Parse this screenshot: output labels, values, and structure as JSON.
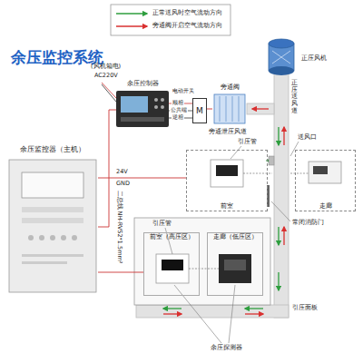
{
  "diagram": {
    "title": "余压监控系统",
    "nodes": [
      {
        "text": [
          "余压监控器（主机）"
        ]
      },
      {
        "text": [
          "余压控制器"
        ]
      },
      {
        "text": [
          "M"
        ]
      },
      {
        "text": [
          "旁通阀"
        ]
      },
      {
        "text": [
          "前室"
        ]
      },
      {
        "text": [
          "走廊"
        ]
      },
      {
        "text": [
          "前室（高压区）"
        ]
      },
      {
        "text": [
          "走廊（低压区）"
        ]
      }
    ],
    "edges": [
      {
        "from": 0,
        "to": 1,
        "arrow": "none"
      },
      {
        "from": 1,
        "to": 2,
        "arrow": "none"
      },
      {
        "from": 2,
        "to": 3,
        "arrow": "none"
      },
      {
        "from": 0,
        "to": 4,
        "arrow": "none"
      },
      {
        "from": 0,
        "to": 6,
        "arrow": "none"
      }
    ],
    "labels": [
      "(风机箱电)",
      "AC220V",
      "顺相",
      "公共端",
      "逆相",
      "电动开关",
      "正压风机",
      "旁通泄压风道",
      "正压送风道",
      "送风口",
      "引压管",
      "24V",
      "GND",
      "二总线 NH-RVS2*1.5mm²",
      "常闭消防门",
      "引压管",
      "引压面板",
      "余压探测器"
    ],
    "legend": [
      {
        "text": "正常送风时空气流动方向"
      },
      {
        "text": "旁通阀开启空气流动方向"
      }
    ]
  }
}
